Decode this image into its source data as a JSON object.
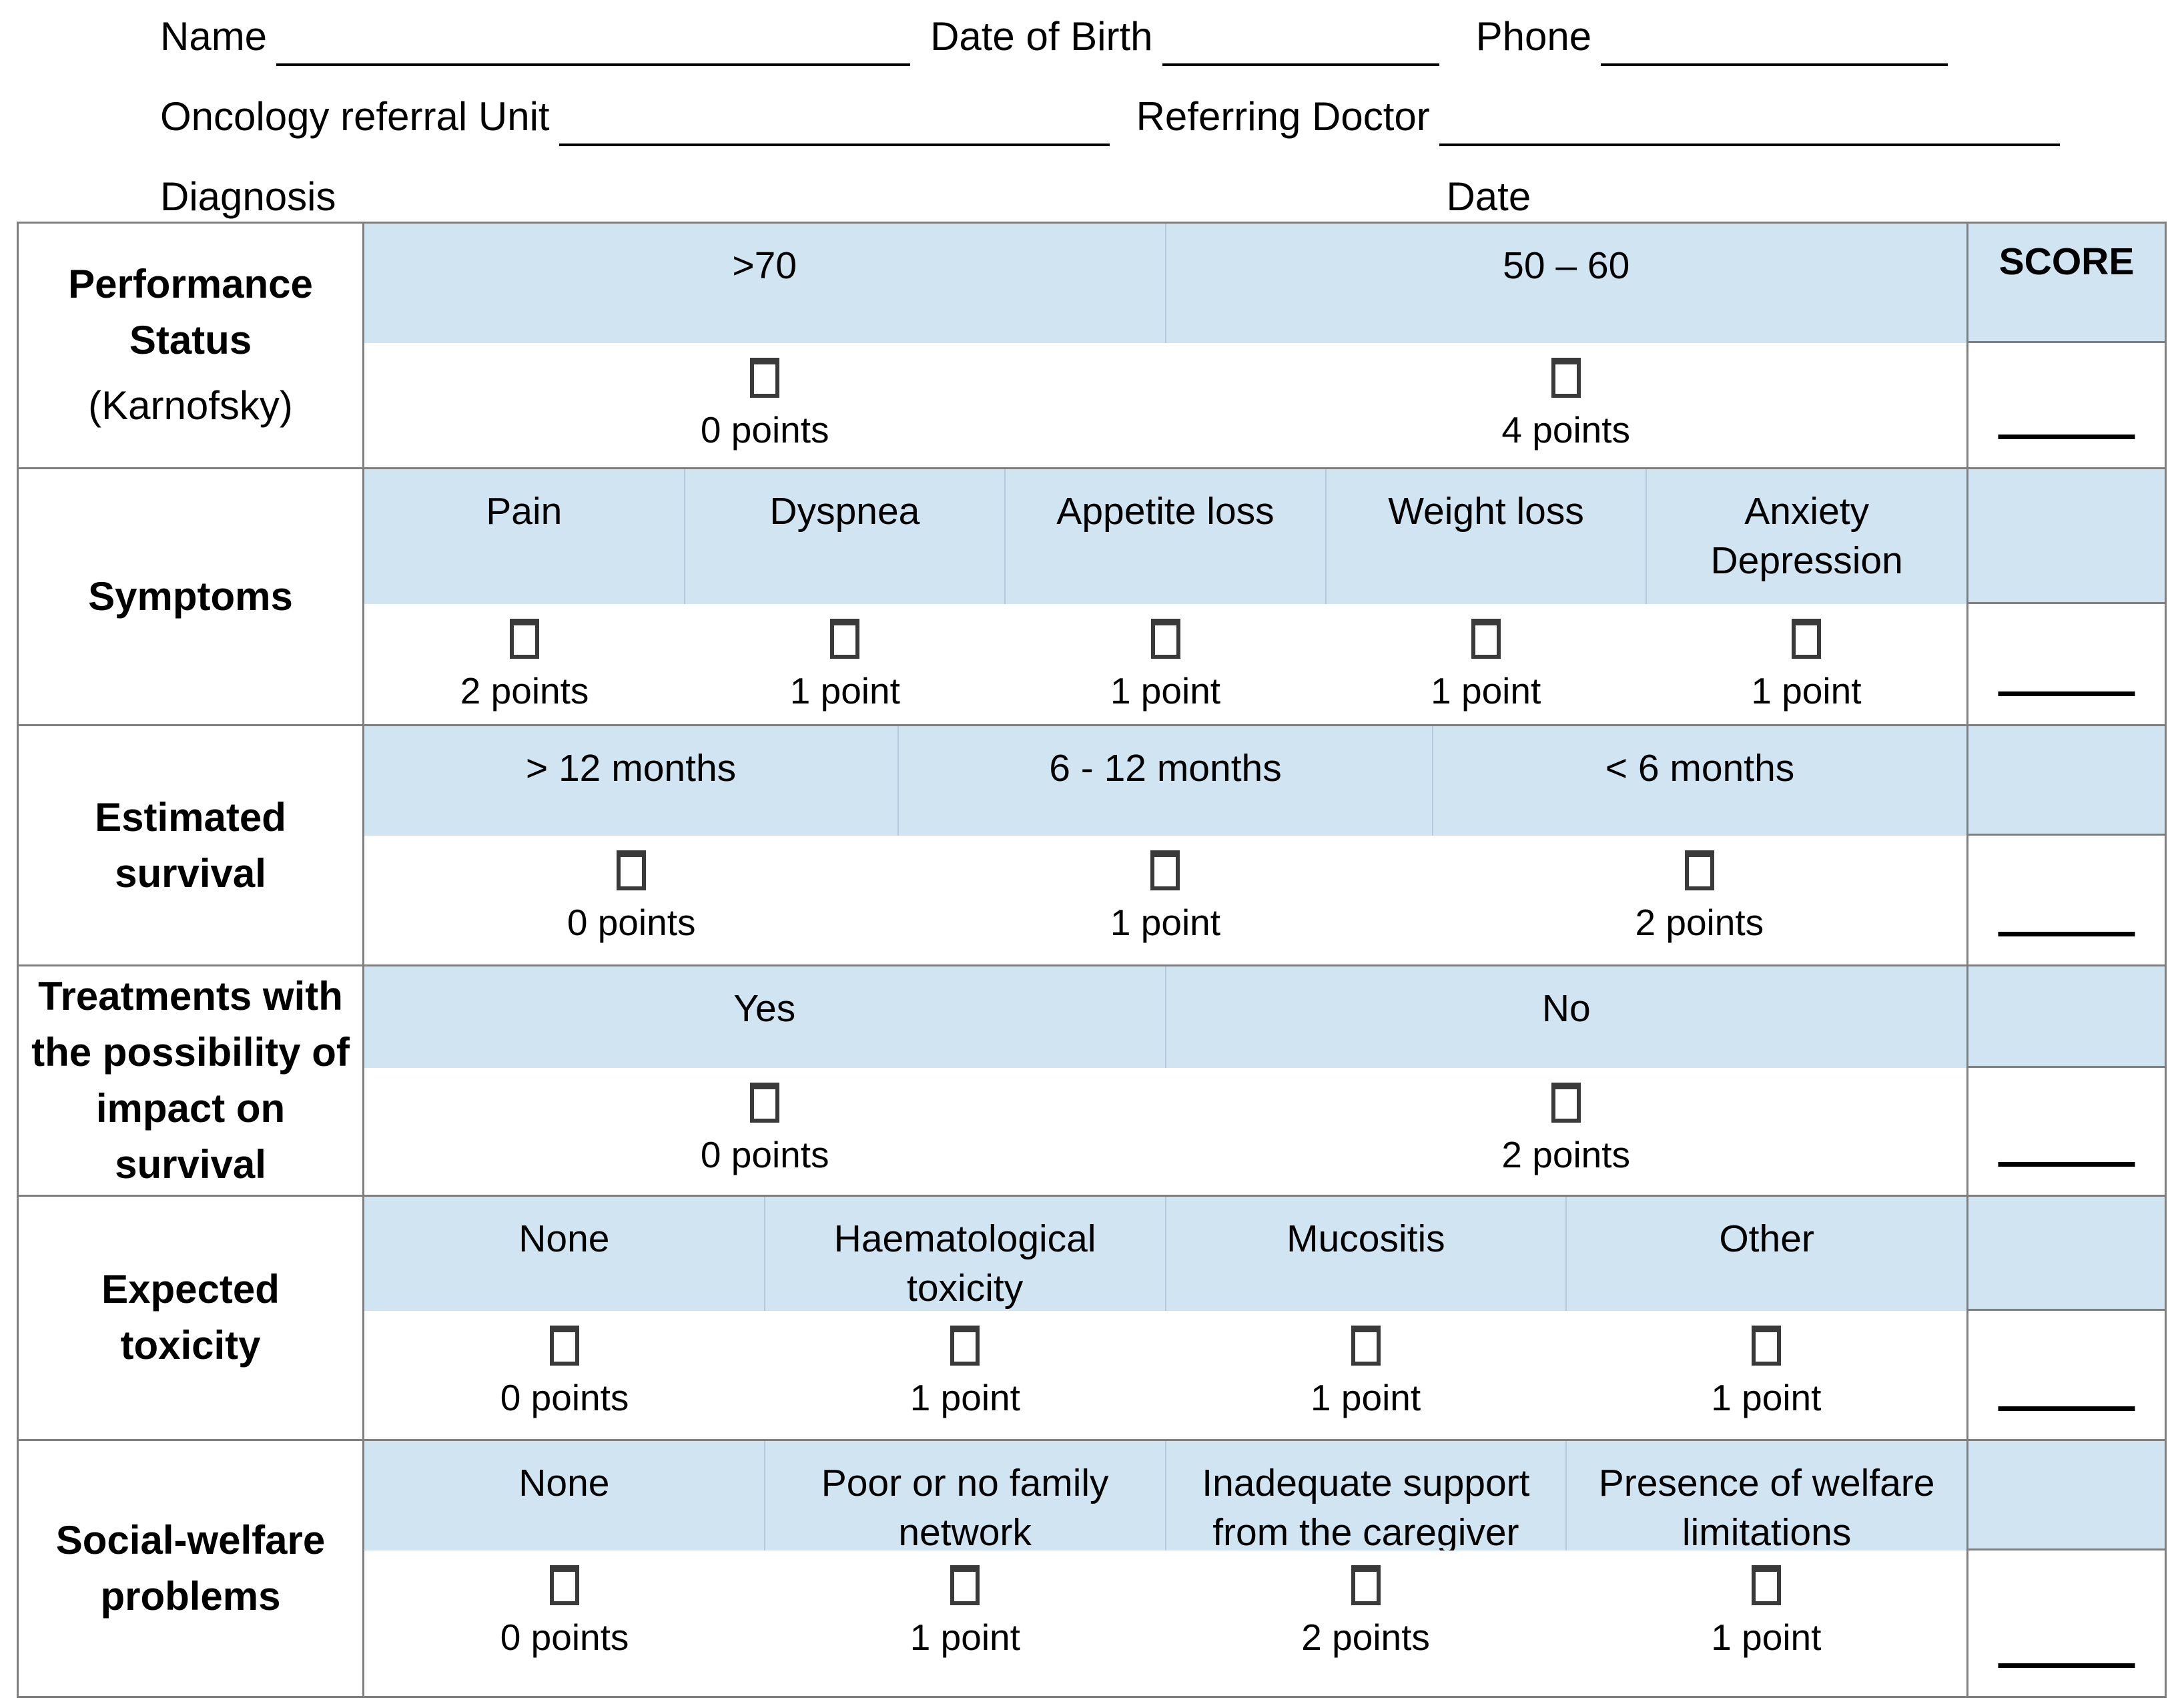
{
  "header": {
    "name_label": "Name",
    "dob_label": "Date of Birth",
    "phone_label": "Phone",
    "unit_label": "Oncology referral Unit",
    "doctor_label": "Referring Doctor",
    "diagnosis_label": "Diagnosis",
    "date_label": "Date"
  },
  "table": {
    "score_header": "SCORE",
    "rows": [
      {
        "label": "Performance Status",
        "sublabel": "(Karnofsky)",
        "options": [
          {
            "choice": ">70",
            "points": "0 points"
          },
          {
            "choice": "50 – 60",
            "points": "4 points"
          }
        ]
      },
      {
        "label": "Symptoms",
        "options": [
          {
            "choice": "Pain",
            "points": "2 points"
          },
          {
            "choice": "Dyspnea",
            "points": "1 point"
          },
          {
            "choice": "Appetite loss",
            "points": "1 point"
          },
          {
            "choice": "Weight loss",
            "points": "1 point"
          },
          {
            "choice": "Anxiety\nDepression",
            "points": "1 point"
          }
        ]
      },
      {
        "label": "Estimated survival",
        "options": [
          {
            "choice": "> 12 months",
            "points": "0 points"
          },
          {
            "choice": "6 - 12 months",
            "points": "1 point"
          },
          {
            "choice": "< 6 months",
            "points": "2 points"
          }
        ]
      },
      {
        "label": "Treatments with\nthe possibility of\nimpact on survival",
        "options": [
          {
            "choice": "Yes",
            "points": "0 points"
          },
          {
            "choice": "No",
            "points": "2 points"
          }
        ]
      },
      {
        "label": "Expected toxicity",
        "options": [
          {
            "choice": "None",
            "points": "0 points"
          },
          {
            "choice": "Haematological\ntoxicity",
            "points": "1 point"
          },
          {
            "choice": "Mucositis",
            "points": "1 point"
          },
          {
            "choice": "Other",
            "points": "1 point"
          }
        ]
      },
      {
        "label": "Social-welfare\nproblems",
        "options": [
          {
            "choice": "None",
            "points": "0 points"
          },
          {
            "choice": "Poor or no family\nnetwork",
            "points": "1 point"
          },
          {
            "choice": "Inadequate support\nfrom the caregiver",
            "points": "2 points"
          },
          {
            "choice": "Presence of welfare\nlimitations",
            "points": "1 point"
          }
        ]
      }
    ]
  },
  "colors": {
    "band_blue": "#d0e4f2",
    "border_gray": "#7f7f7f",
    "divider_blue": "#b3cbdd",
    "checkbox_dark": "#3a3a3a",
    "text_black": "#000000"
  }
}
